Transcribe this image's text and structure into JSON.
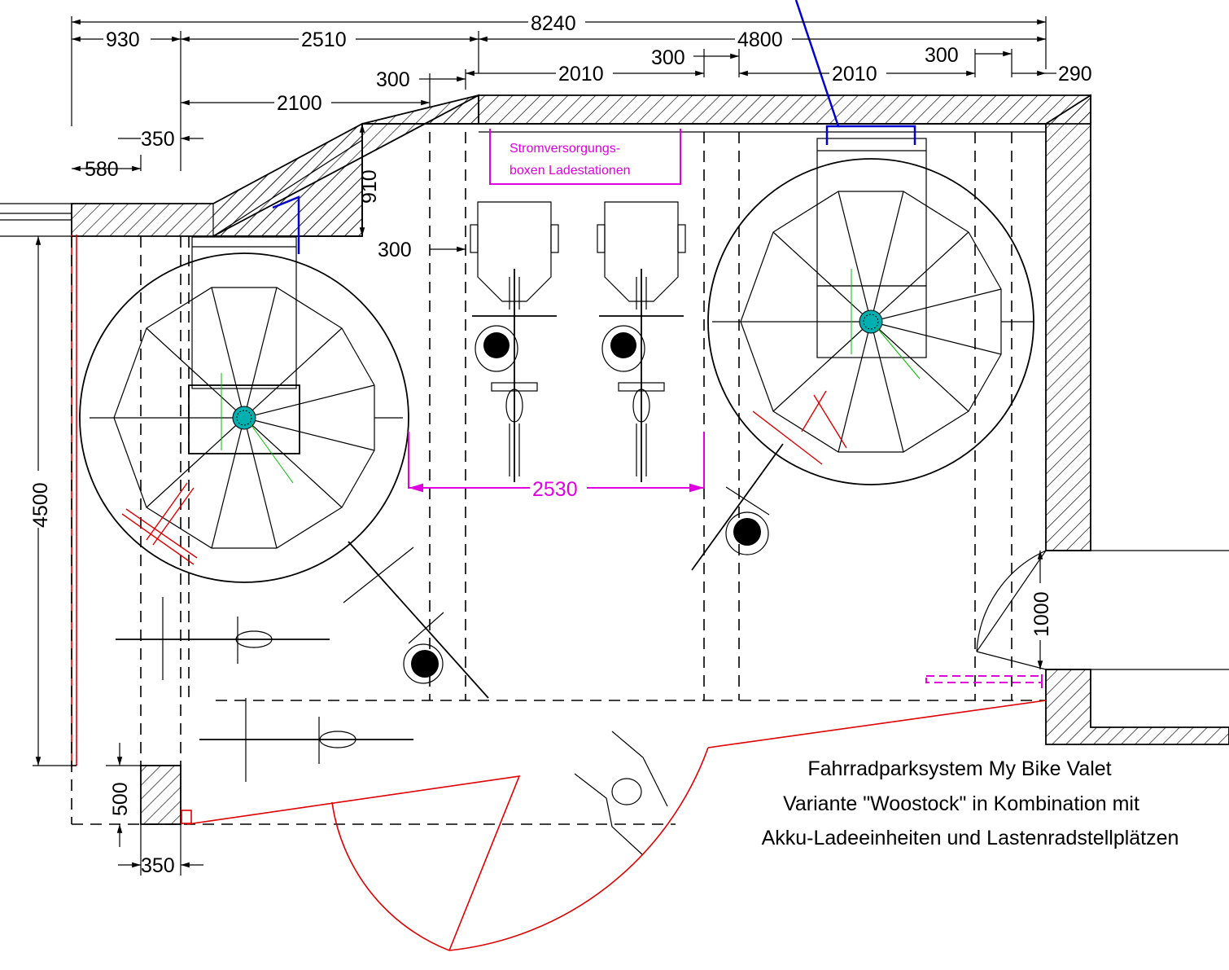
{
  "dimensions": {
    "total_width": "8240",
    "left_930": "930",
    "span_2510": "2510",
    "span_4800": "4800",
    "gap_300_a": "300",
    "span_2010_a": "2010",
    "gap_300_b": "300",
    "span_2010_b": "2010",
    "gap_300_c": "300",
    "right_290": "290",
    "span_2100": "2100",
    "offset_350_top": "350",
    "offset_580": "580",
    "depth_910": "910",
    "gap_300_d": "300",
    "height_4500": "4500",
    "door_1000": "1000",
    "wall_500": "500",
    "offset_350_bottom": "350",
    "spacing_2530": "2530"
  },
  "labels": {
    "power_box_line1": "Stromversorgungs-",
    "power_box_line2": "boxen Ladestationen"
  },
  "caption": {
    "line1": "Fahrradparksystem My Bike Valet",
    "line2": "Variante \"Woostock\" in Kombination mit",
    "line3": "Akku-Ladeeinheiten und Lastenradstellplätzen"
  },
  "colors": {
    "line": "#000000",
    "accent_magenta": "#e000e0",
    "door_red": "#e00000",
    "pipe_blue": "#0000d0",
    "hub_teal": "#00a0a0"
  }
}
